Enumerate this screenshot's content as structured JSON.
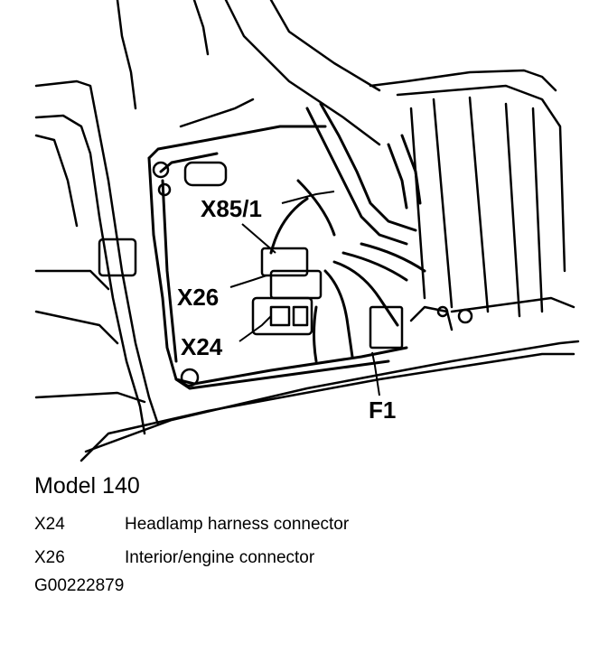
{
  "diagram": {
    "callouts": {
      "x85_1": "X85/1",
      "x26": "X26",
      "x24": "X24",
      "f1": "F1"
    }
  },
  "caption": {
    "model": "Model 140",
    "legend": [
      {
        "code": "X24",
        "description": "Headlamp harness connector"
      },
      {
        "code": "X26",
        "description": "Interior/engine connector"
      }
    ],
    "figure_id": "G00222879"
  }
}
